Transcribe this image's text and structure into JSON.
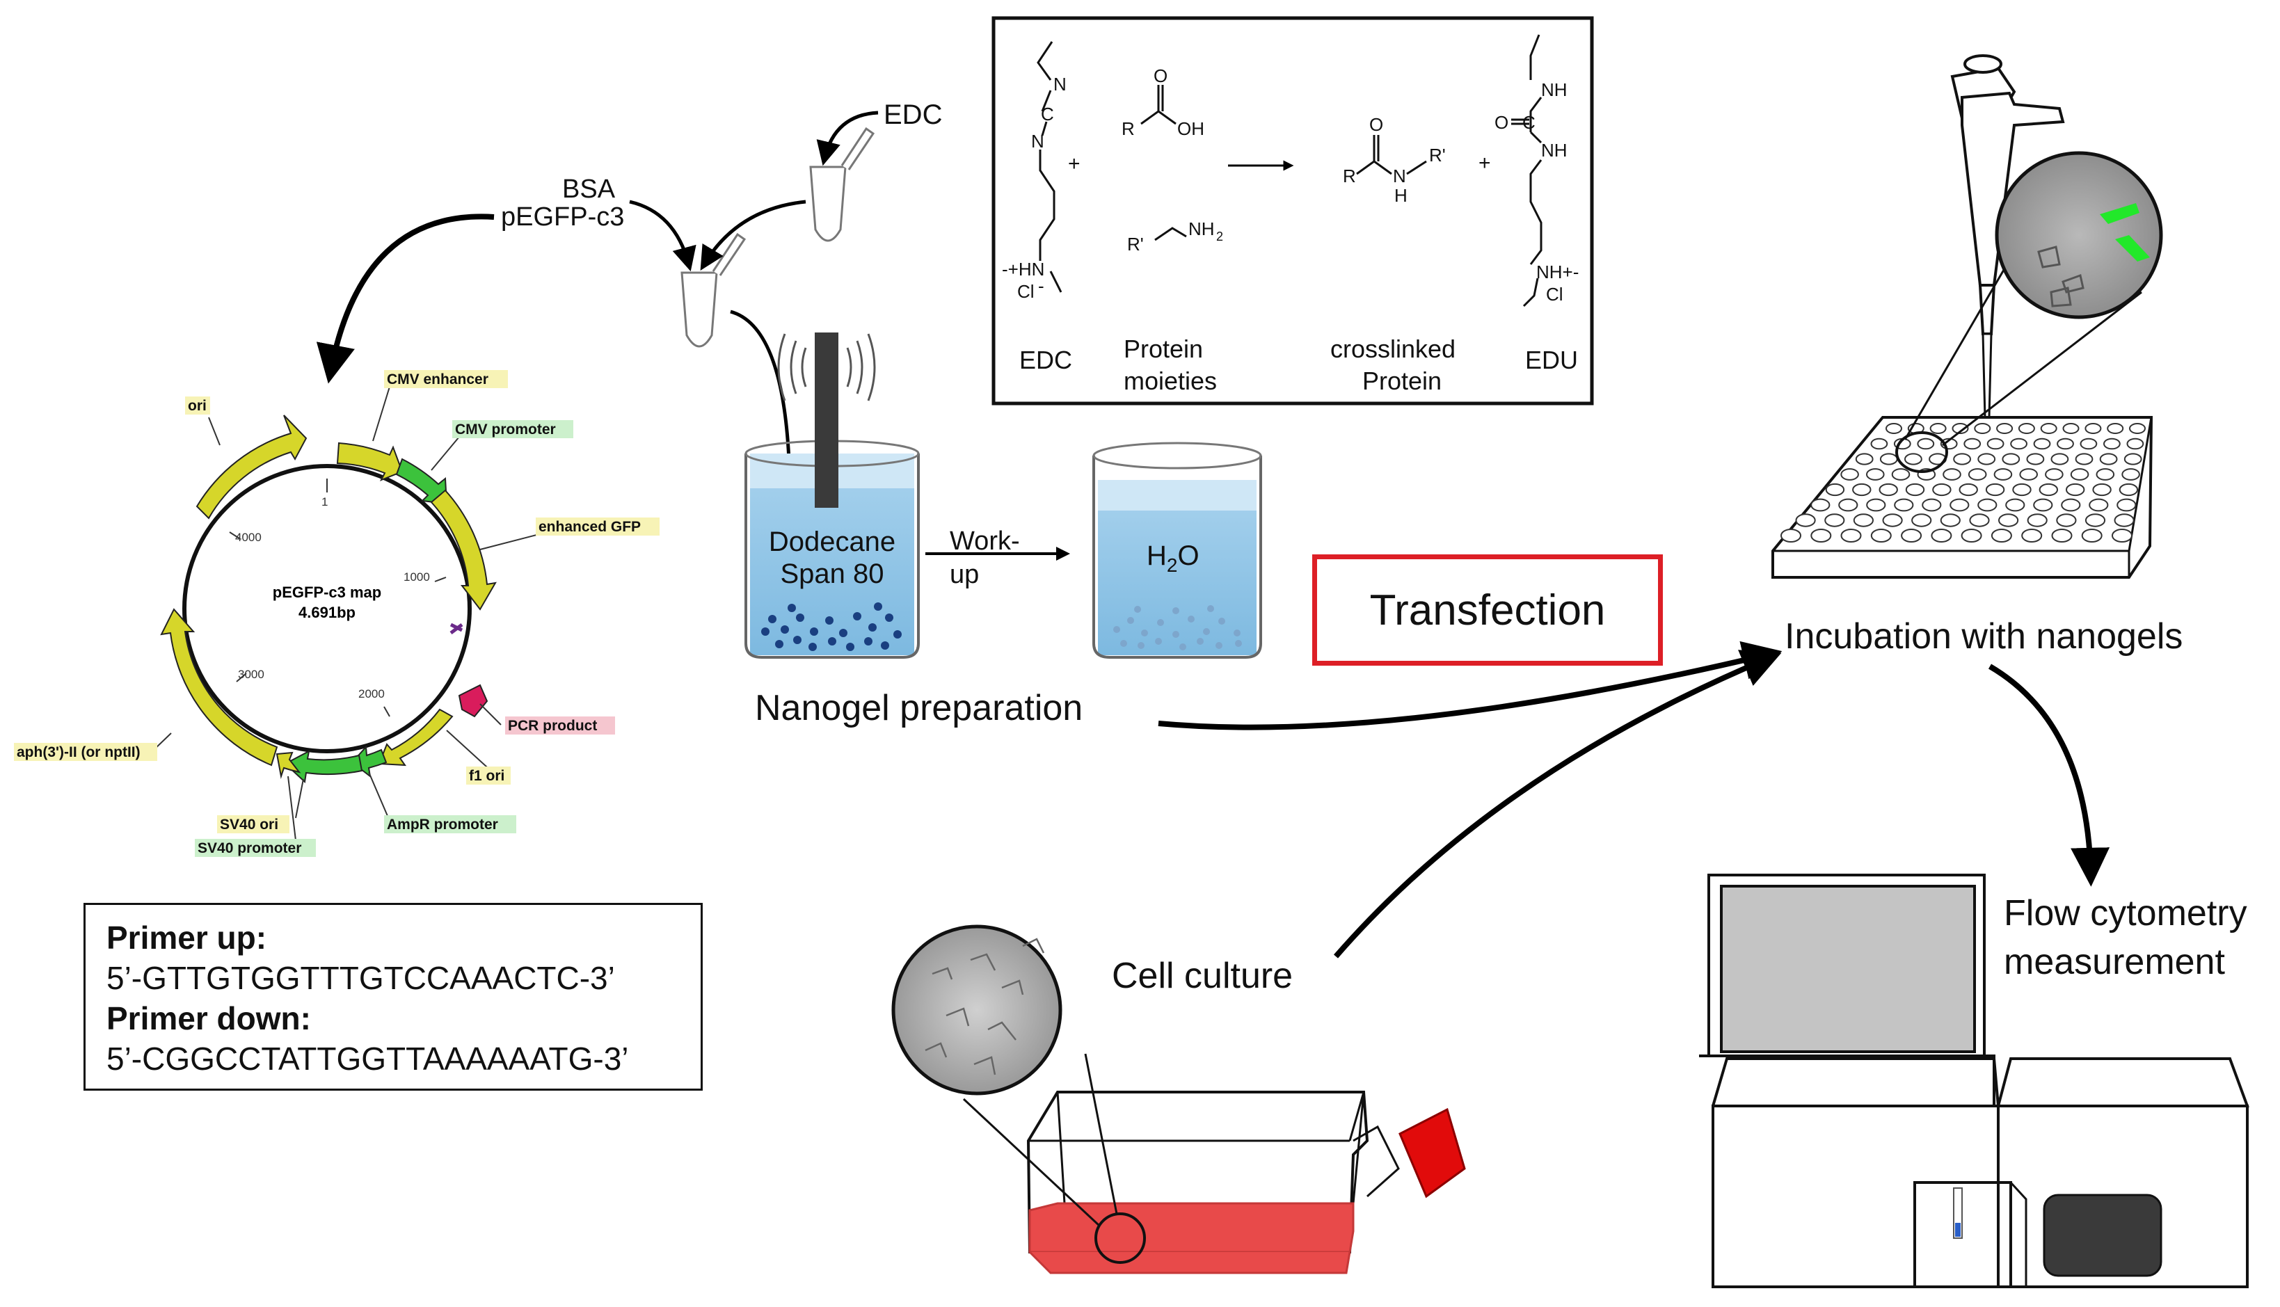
{
  "labels": {
    "edc_top": "EDC",
    "bsa": "BSA",
    "pegfp": "pEGFP-c3",
    "dodecane": "Dodecane",
    "span80": "Span 80",
    "workup_1": "Work-",
    "workup_2": "up",
    "h2o_main": "H",
    "h2o_sub": "2",
    "h2o_end": "O",
    "nanogel_prep": "Nanogel preparation",
    "transfection": "Transfection",
    "incubation": "Incubation with nanogels",
    "flow_1": "Flow cytometry",
    "flow_2": "measurement",
    "cell_culture": "Cell culture"
  },
  "reaction": {
    "cap_edc": "EDC",
    "cap_protein_1": "Protein",
    "cap_protein_2": "moieties",
    "cap_cross_1": "crosslinked",
    "cap_cross_2": "Protein",
    "cap_edu": "EDU",
    "plus": "+",
    "atoms": {
      "n": "N",
      "c": "C",
      "o": "O",
      "oh": "OH",
      "r": "R",
      "r_prime": "R'",
      "nh2": "NH",
      "nh2_sub": "2",
      "nh": "NH",
      "h": "H",
      "hn_plus": "-+HN",
      "nh_plus": "NH+-",
      "cl": "Cl",
      "cl_minus": "-"
    }
  },
  "plasmid": {
    "title": "pEGFP-c3 map",
    "size": "4.691bp",
    "ticks": [
      "1",
      "1000",
      "2000",
      "3000",
      "4000"
    ],
    "features": [
      "ori",
      "CMV enhancer",
      "CMV promoter",
      "enhanced GFP",
      "PCR product",
      "f1 ori",
      "AmpR promoter",
      "SV40 ori",
      "SV40 promoter",
      "aph(3')-II (or nptII)"
    ],
    "colors": {
      "yellow": "#d6d62a",
      "green": "#3cc23c",
      "pink": "#d91c5c",
      "label_yellow": "#f7f3b6",
      "label_green": "#ccf0cc",
      "label_pink": "#f5c6cf"
    }
  },
  "primers": {
    "up_label": "Primer up:",
    "up_seq": "5’-GTTGTGGTTTGTCCAAACTC-3’",
    "down_label": "Primer down:",
    "down_seq": "5’-CGGCCTATTGGTTAAAAAATG-3’"
  },
  "colors": {
    "liquid_blue": "#8fc6e6",
    "liquid_light": "#cfe7f6",
    "dots_dark": "#1a3f80",
    "dots_light": "#7da6cc",
    "flask_red": "#e84a4a",
    "cap_red": "#e10b0b",
    "transfection_border": "#dd1f26",
    "screen_gray": "#c4c4c4",
    "slot_dark": "#3a3a3a"
  }
}
